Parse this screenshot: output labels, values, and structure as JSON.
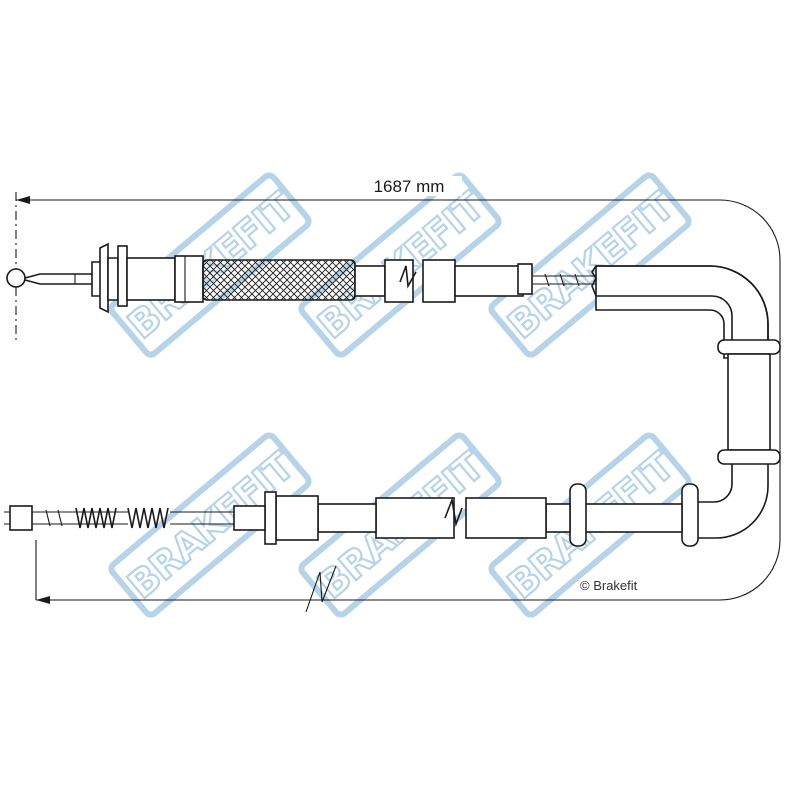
{
  "dimension": {
    "length_label": "1687 mm"
  },
  "watermark": {
    "brand": "BRAKEFIT"
  },
  "copyright": {
    "text": "© Brakefit"
  },
  "colors": {
    "line": "#1a1a1a",
    "watermark_outline": "#b7d3e8",
    "background": "#ffffff"
  }
}
